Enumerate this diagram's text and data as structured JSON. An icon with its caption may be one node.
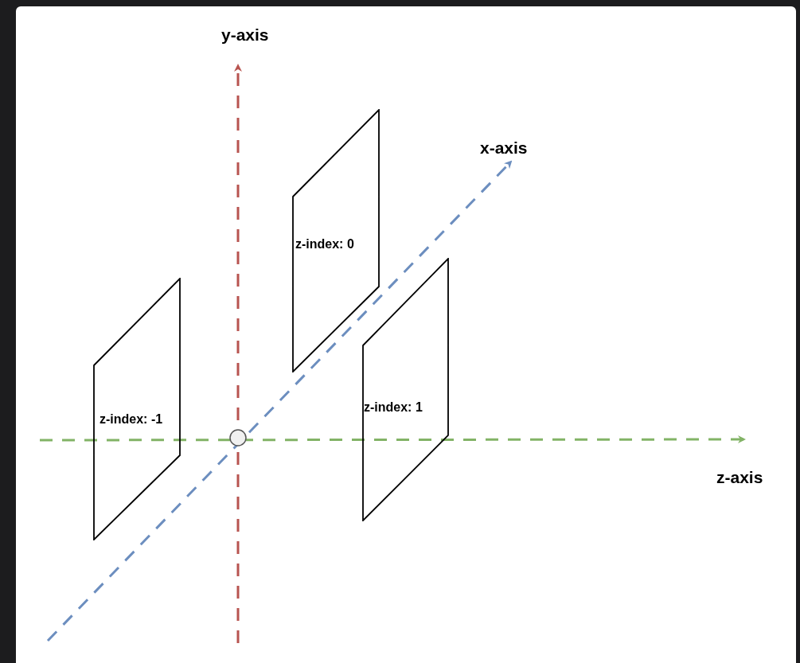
{
  "diagram": {
    "nodes": [
      {
        "text": [
          "z-index: -1"
        ]
      },
      {
        "text": [
          "z-index: 0"
        ]
      },
      {
        "text": [
          "z-index: 1"
        ]
      }
    ],
    "labels": [
      "y-axis",
      "x-axis",
      "z-axis"
    ]
  }
}
